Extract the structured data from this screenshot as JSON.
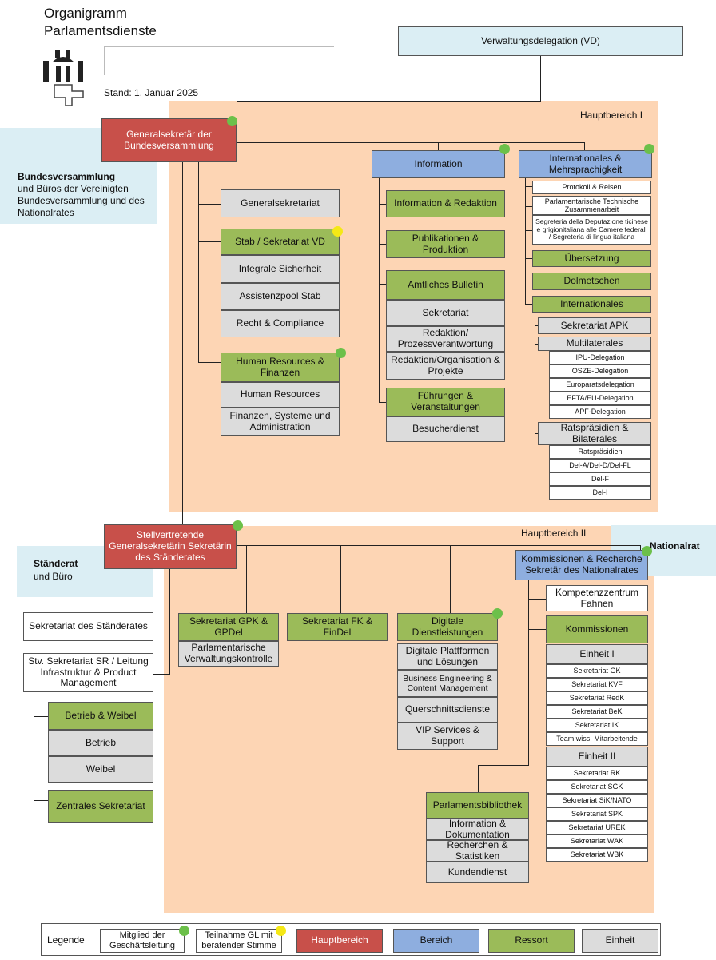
{
  "header": {
    "title_line1": "Organigramm",
    "title_line2": "Parlamentsdienste",
    "date": "Stand: 1. Januar 2025"
  },
  "vd": "Verwaltungsdelegation (VD)",
  "hauptbereich1": "Hauptbereich I",
  "hauptbereich2": "Hauptbereich II",
  "bundesversammlung": {
    "title": "Bundesversammlung",
    "lines": "und Büros der Vereinigten Bundesversammlung und des Nationalrates"
  },
  "standerat": {
    "title": "Ständerat",
    "sub": "und Büro"
  },
  "nationalrat": "Nationalrat",
  "gs": "Generalsekretär der Bundesversammlung",
  "left1": {
    "generalsekretariat": "Generalsekretariat",
    "stab": "Stab / Sekretariat VD",
    "stab_items": [
      "Integrale Sicherheit",
      "Assistenzpool Stab",
      "Recht & Compliance"
    ],
    "hrf": "Human Resources & Finanzen",
    "hrf_items": [
      "Human Resources",
      "Finanzen, Systeme und Administration"
    ]
  },
  "information": {
    "title": "Information",
    "ir": "Information & Redaktion",
    "pp": "Publikationen & Produktion",
    "ab": "Amtliches Bulletin",
    "ab_items": [
      "Sekretariat",
      "Redaktion/ Prozessverantwortung",
      "Redaktion/Organisation & Projekte"
    ],
    "fv": "Führungen & Veranstaltungen",
    "fv_items": [
      "Besucherdienst"
    ]
  },
  "intl": {
    "title": "Internationales & Mehrsprachigkeit",
    "small": [
      "Protokoll & Reisen",
      "Parlamentarische Technische Zusammenarbeit",
      "Segreteria della Deputazione ticinese e grigionitaliana alle Camere federali / Segreteria di lingua italiana"
    ],
    "uebersetzung": "Übersetzung",
    "dolmetschen": "Dolmetschen",
    "internationales": "Internationales",
    "apk": "Sekretariat APK",
    "multi": "Multilaterales",
    "multi_items": [
      "IPU-Delegation",
      "OSZE-Delegation",
      "Europaratsdelegation",
      "EFTA/EU-Delegation",
      "APF-Delegation"
    ],
    "rats": "Ratspräsidien & Bilaterales",
    "rats_items": [
      "Ratspräsidien",
      "Del-A/Del-D/Del-FL",
      "Del-F",
      "Del-I"
    ]
  },
  "stv": "Stellvertretende Generalsekretärin Sekretärin des Ständerates",
  "sr": {
    "sekretariat": "Sekretariat des Ständerates",
    "stv_sek": "Stv. Sekretariat SR / Leitung Infrastruktur & Product Management",
    "bw": "Betrieb & Weibel",
    "bw_items": [
      "Betrieb",
      "Weibel"
    ],
    "zs": "Zentrales Sekretariat"
  },
  "gpk": {
    "title": "Sekretariat GPK & GPDel",
    "items": [
      "Parlamentarische Verwaltungskontrolle"
    ]
  },
  "fk": "Sekretariat FK & FinDel",
  "dd": {
    "title": "Digitale Dienstleistungen",
    "items": [
      "Digitale Plattformen und Lösungen",
      "Business Engineering & Content Management",
      "Querschnittsdienste",
      "VIP Services & Support"
    ]
  },
  "bib": {
    "title": "Parlamentsbibliothek",
    "items": [
      "Information & Dokumentation",
      "Recherchen & Statistiken",
      "Kundendienst"
    ]
  },
  "kr": {
    "title": "Kommissionen & Recherche Sekretär des Nationalrates",
    "kompetenz": "Kompetenzzentrum Fahnen",
    "kommissionen": "Kommissionen",
    "einheit1": "Einheit I",
    "e1_items": [
      "Sekretariat GK",
      "Sekretariat KVF",
      "Sekretariat RedK",
      "Sekretariat BeK",
      "Sekretariat IK",
      "Team wiss. Mitarbeitende"
    ],
    "einheit2": "Einheit II",
    "e2_items": [
      "Sekretariat RK",
      "Sekretariat SGK",
      "Sekretariat SiK/NATO",
      "Sekretariat SPK",
      "Sekretariat UREK",
      "Sekretariat WAK",
      "Sekretariat WBK"
    ]
  },
  "legend": {
    "label": "Legende",
    "gl": "Mitglied der Geschäftsleitung",
    "teil": "Teilnahme GL mit beratender Stimme",
    "hb": "Hauptbereich",
    "b": "Bereich",
    "r": "Ressort",
    "e": "Einheit"
  },
  "colors": {
    "hauptbereich": "#c8504a",
    "bereich": "#8eaedf",
    "ressort": "#9bbb59",
    "einheit": "#dcdcdc",
    "area": "#fdd5b4",
    "council": "#dbeef4",
    "gl_dot": "#6cc04a",
    "teil_dot": "#f5e816"
  }
}
